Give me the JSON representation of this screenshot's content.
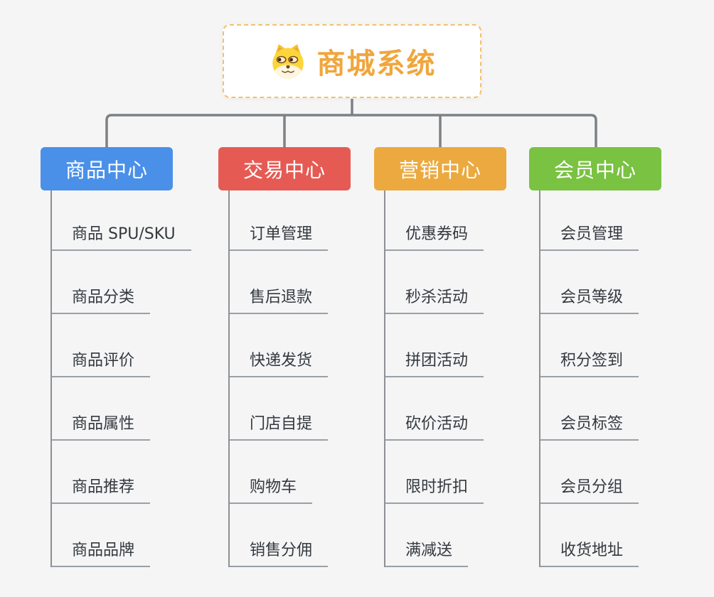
{
  "page": {
    "background_color": "#f5f5f6",
    "connector_trunk_color": "#7d8184",
    "connector_branch_line_color": "#8d9094",
    "leaf_underline_color": "#9aa0a6"
  },
  "root": {
    "title": "商城系统",
    "title_color": "#F0A63D",
    "border_color": "#f2c170",
    "icon": "dog-face-icon"
  },
  "branches": [
    {
      "label": "商品中心",
      "color": "#4A90E8",
      "items": [
        "商品 SPU/SKU",
        "商品分类",
        "商品评价",
        "商品属性",
        "商品推荐",
        "商品品牌"
      ]
    },
    {
      "label": "交易中心",
      "color": "#E55B54",
      "items": [
        "订单管理",
        "售后退款",
        "快递发货",
        "门店自提",
        "购物车",
        "销售分佣"
      ]
    },
    {
      "label": "营销中心",
      "color": "#EBA93F",
      "items": [
        "优惠券码",
        "秒杀活动",
        "拼团活动",
        "砍价活动",
        "限时折扣",
        "满减送"
      ]
    },
    {
      "label": "会员中心",
      "color": "#79C242",
      "items": [
        "会员管理",
        "会员等级",
        "积分签到",
        "会员标签",
        "会员分组",
        "收货地址"
      ]
    }
  ]
}
